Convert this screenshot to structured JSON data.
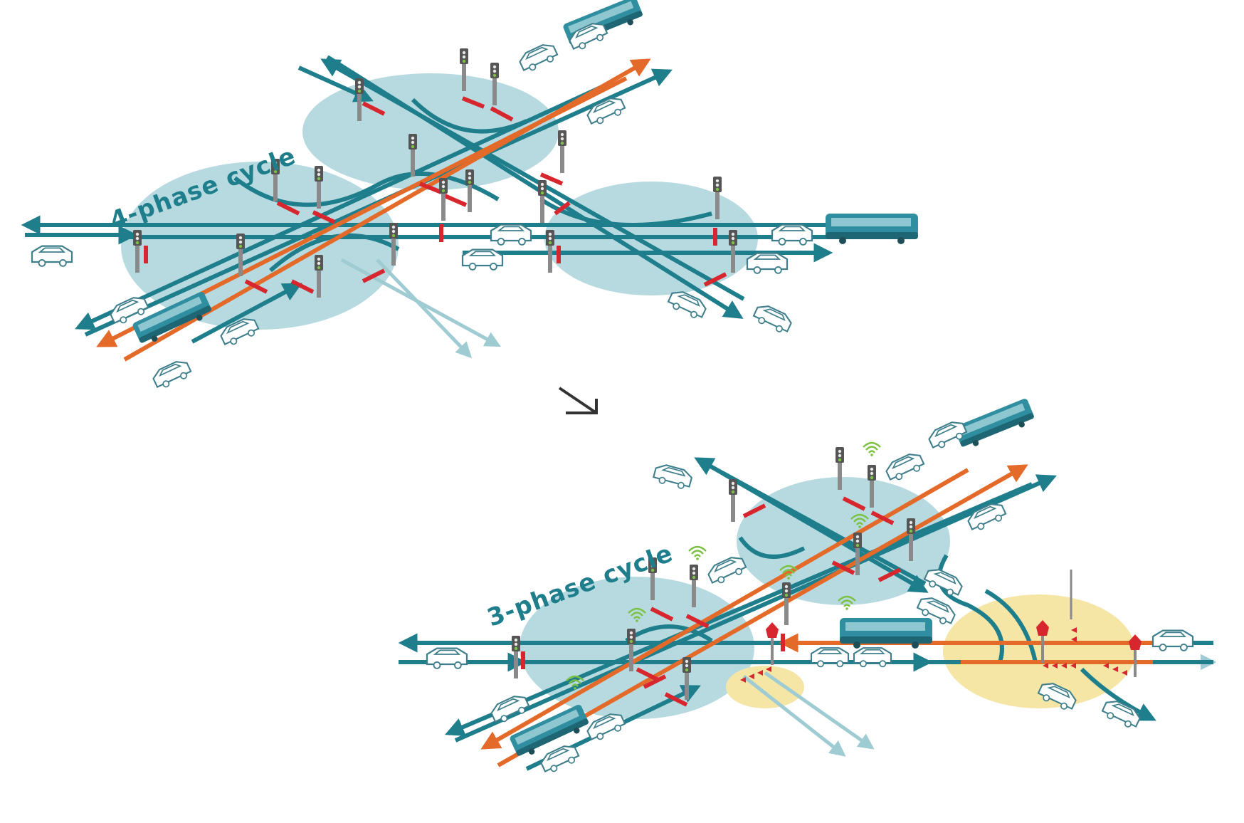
{
  "diagram": {
    "before": {
      "label": "4-phase cycle",
      "phases": 4
    },
    "after": {
      "label": "3-phase cycle",
      "phases": 3
    },
    "transition_symbol": "arrow-down-right",
    "colors": {
      "road_teal": "#1f7e8c",
      "bus_lane_orange": "#e46a2a",
      "zone_blue": "#a9d3da",
      "zone_yellow": "#f5e6a6",
      "stop_line_red": "#d7262e",
      "wifi_green": "#7cc242",
      "pedestrian_lightblue": "#9fcbd3",
      "bus_body": "#2f8ea0",
      "signal_pole": "#8a8a8a"
    },
    "icons": [
      "bus-icon",
      "car-icon",
      "traffic-signal-icon",
      "wifi-signal-icon",
      "stop-line-icon",
      "give-way-sign-icon"
    ]
  }
}
